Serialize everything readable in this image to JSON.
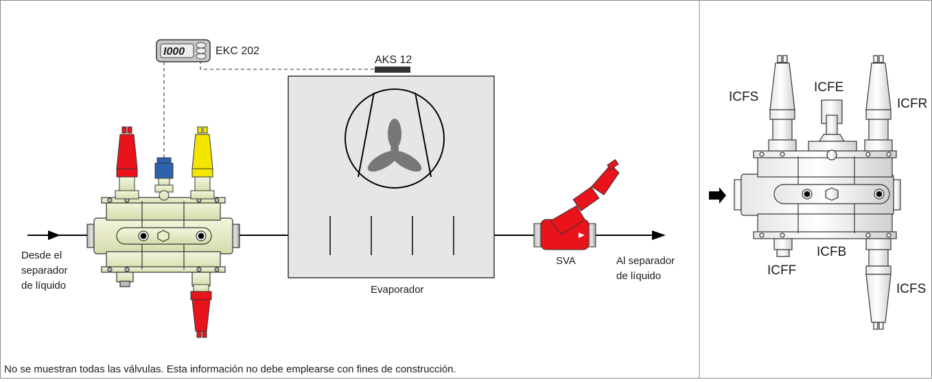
{
  "diagram": {
    "labels": {
      "controller": "EKC 202",
      "controller_display": "I000",
      "sensor": "AKS 12",
      "evaporator": "Evaporador",
      "inlet": [
        "Desde el",
        "separador",
        "de líquido"
      ],
      "outlet_valve": "SVA",
      "outlet": [
        "Al separador",
        "de líquido"
      ]
    },
    "footnote": "No se muestran todas las válvulas. Esta información no debe emplearse con fines de construcción.",
    "detail": {
      "labels": {
        "icfs_top": "ICFS",
        "icfe": "ICFE",
        "icfr": "ICFR",
        "icff": "ICFF",
        "icfb": "ICFB",
        "icfs_bottom": "ICFS"
      }
    }
  },
  "colors": {
    "valve_body": "#e9edc6",
    "valve_red": "#e8131b",
    "valve_yellow": "#f3e500",
    "solenoid_blue": "#2c62ad",
    "evaporator_fill": "#e6e6e6",
    "detail_body": "#ffffff"
  }
}
